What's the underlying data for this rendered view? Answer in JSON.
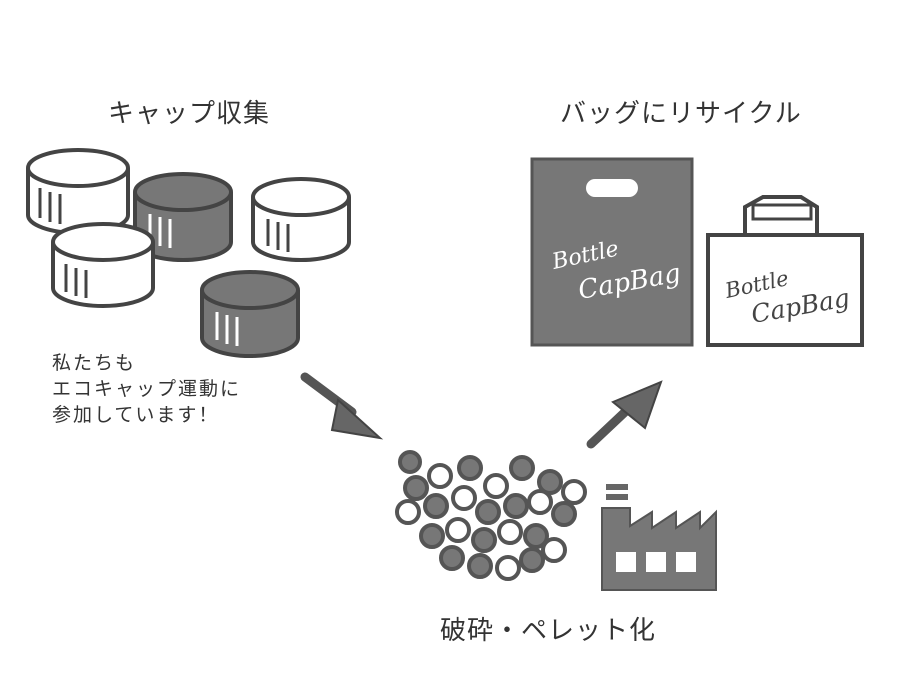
{
  "titles": {
    "cap_collection": "キャップ収集",
    "bag_recycle": "バッグにリサイクル",
    "crush_pellet": "破砕・ペレット化"
  },
  "note_lines": [
    "私たちも",
    "エコキャップ運動に",
    "参加しています！"
  ],
  "bags": {
    "line1": "Bottle",
    "line2": "CapBag"
  },
  "colors": {
    "dark": "#777777",
    "stroke": "#444444",
    "light": "#ffffff"
  }
}
